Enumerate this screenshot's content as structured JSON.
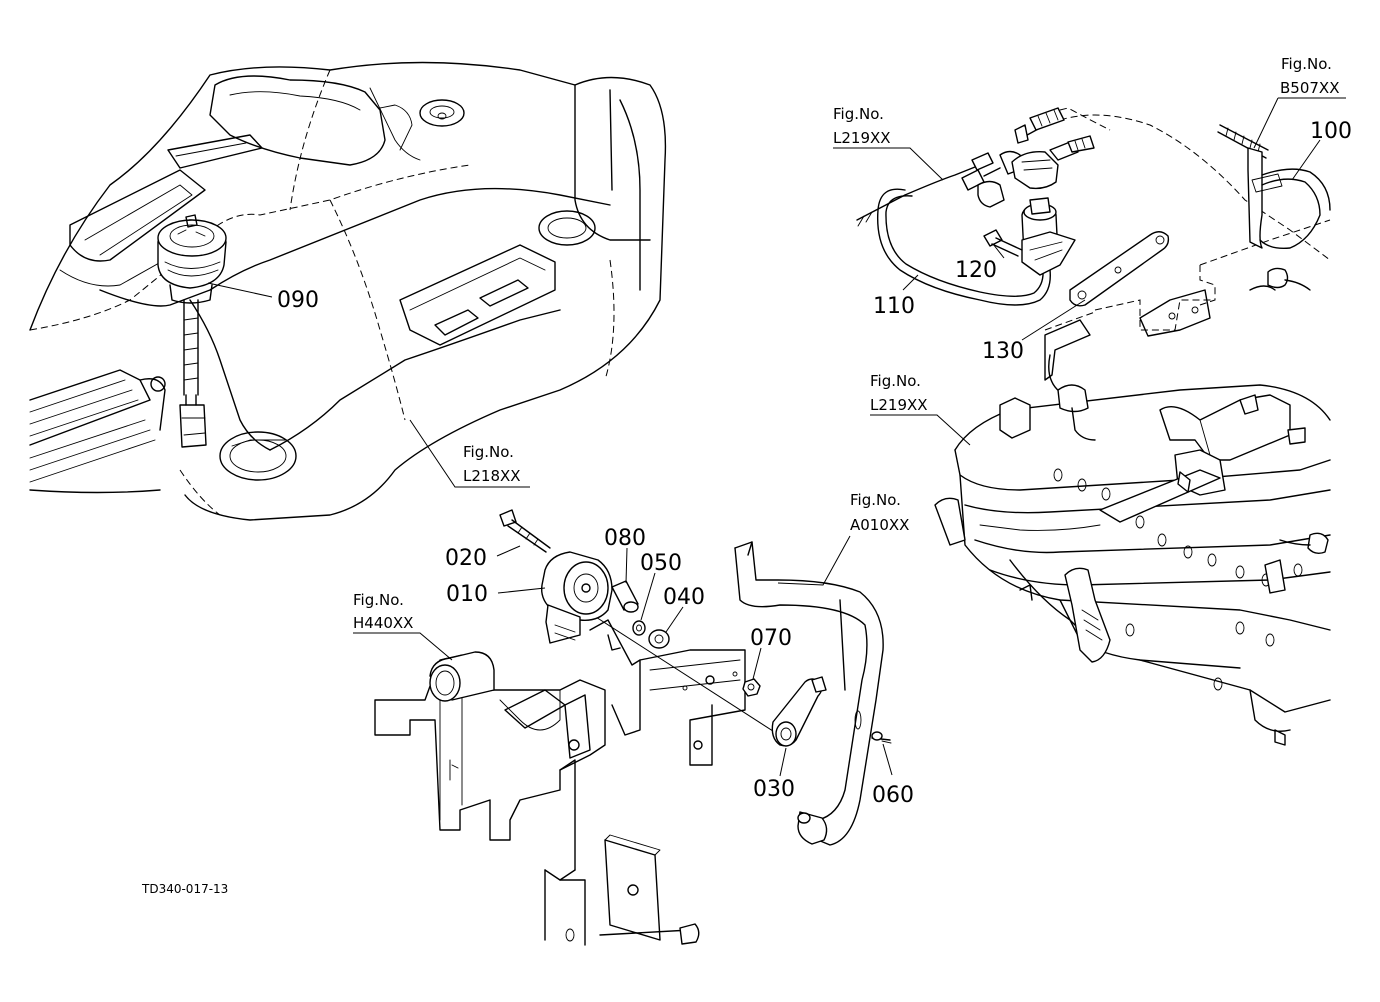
{
  "drawing_code": "TD340-017-13",
  "part_labels": {
    "p010": "010",
    "p020": "020",
    "p030": "030",
    "p040": "040",
    "p050": "050",
    "p060": "060",
    "p070": "070",
    "p080": "080",
    "p090": "090",
    "p100": "100",
    "p110": "110",
    "p120": "120",
    "p130": "130"
  },
  "figure_refs": {
    "l218": {
      "prefix": "Fig.No.",
      "number": "L218XX"
    },
    "l219_top": {
      "prefix": "Fig.No.",
      "number": "L219XX"
    },
    "l219_mid": {
      "prefix": "Fig.No.",
      "number": "L219XX"
    },
    "b507": {
      "prefix": "Fig.No.",
      "number": "B507XX"
    },
    "a010": {
      "prefix": "Fig.No.",
      "number": "A010XX"
    },
    "h440": {
      "prefix": "Fig.No.",
      "number": "H440XX"
    }
  }
}
